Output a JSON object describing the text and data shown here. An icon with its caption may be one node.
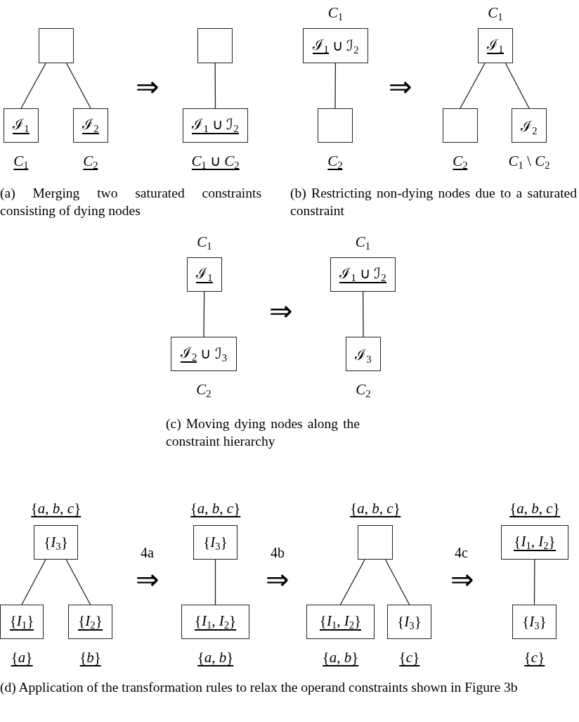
{
  "diagram": {
    "nodes": [
      {
        "text": [],
        "shape": "box"
      },
      {
        "text": [
          "ℐ$_{1}$"
        ],
        "beside": [
          "*C*$_{1}$"
        ]
      },
      {
        "text": [
          "ℐ$_{2}$"
        ],
        "beside": [
          "*C*$_{2}$"
        ]
      },
      {
        "text": [],
        "shape": "box"
      },
      {
        "text": [
          "ℐ$_{1}$ ∪ ℐ$_{2}$"
        ],
        "beside": [
          "*C*$_{1}$ ∪ *C*$_{2}$"
        ]
      },
      {
        "text": [
          "ℐ$_{1}$",
          "∪ ℐ$_{2}$"
        ],
        "beside": [
          "*C*$_{1}$"
        ]
      },
      {
        "text": [],
        "shape": "box",
        "beside": [
          "*C*$_{2}$"
        ]
      },
      {
        "text": [
          "ℐ$_{1}$"
        ],
        "beside": [
          "*C*$_{1}$"
        ]
      },
      {
        "text": [],
        "shape": "box",
        "beside": [
          "*C*$_{2}$"
        ]
      },
      {
        "text": [
          "ℐ$_{2}$"
        ],
        "beside": [
          "*C*$_{1}$ \\ *C*$_{2}$"
        ]
      },
      {
        "text": [
          "ℐ$_{1}$"
        ],
        "beside": [
          "*C*$_{1}$"
        ]
      },
      {
        "text": [
          "ℐ$_{2}$",
          "∪ ℐ$_{3}$"
        ],
        "beside": [
          "*C*$_{2}$"
        ]
      },
      {
        "text": [
          "ℐ$_{1}$ ∪ ℐ$_{2}$"
        ],
        "beside": [
          "*C*$_{1}$"
        ]
      },
      {
        "text": [
          "ℐ$_{3}$"
        ],
        "beside": [
          "*C*$_{2}$"
        ]
      },
      {
        "text": [
          "{*I*$_{3}$}"
        ],
        "beside": [
          "{*a*, *b*, *c*}"
        ]
      },
      {
        "text": [
          "{*I*$_{1}$}"
        ],
        "beside": [
          "{*a*}"
        ]
      },
      {
        "text": [
          "{*I*$_{2}$}"
        ],
        "beside": [
          "{*b*}"
        ]
      },
      {
        "text": [
          "{*I*$_{3}$}"
        ],
        "beside": [
          "{*a*, *b*, *c*}"
        ]
      },
      {
        "text": [
          "{*I*$_{1}$, *I*$_{2}$}"
        ],
        "beside": [
          "{*a*, *b*}"
        ]
      },
      {
        "text": [],
        "shape": "box",
        "beside": [
          "{*a*, *b*, *c*}"
        ]
      },
      {
        "text": [
          "{*I*$_{1}$, *I*$_{2}$}"
        ],
        "beside": [
          "{*a*, *b*}"
        ]
      },
      {
        "text": [
          "{*I*$_{3}$}"
        ],
        "beside": [
          "{*c*}"
        ]
      },
      {
        "text": [
          "{*I*$_{1}$, *I*$_{2}$}"
        ],
        "beside": [
          "{*a*, *b*, *c*}"
        ]
      },
      {
        "text": [
          "{*I*$_{3}$}"
        ],
        "beside": [
          "{*c*}"
        ]
      }
    ],
    "edges": [
      {
        "from": 0,
        "to": 1,
        "arrow": "none"
      },
      {
        "from": 0,
        "to": 2,
        "arrow": "none"
      },
      {
        "from": 3,
        "to": 4,
        "arrow": "none"
      },
      {
        "from": 5,
        "to": 6,
        "arrow": "none"
      },
      {
        "from": 7,
        "to": 8,
        "arrow": "none"
      },
      {
        "from": 7,
        "to": 9,
        "arrow": "none"
      },
      {
        "from": 10,
        "to": 11,
        "arrow": "none"
      },
      {
        "from": 12,
        "to": 13,
        "arrow": "none"
      },
      {
        "from": 14,
        "to": 15,
        "arrow": "none"
      },
      {
        "from": 14,
        "to": 16,
        "arrow": "none"
      },
      {
        "from": 17,
        "to": 18,
        "arrow": "none"
      },
      {
        "from": 19,
        "to": 20,
        "arrow": "none"
      },
      {
        "from": 19,
        "to": 21,
        "arrow": "none"
      },
      {
        "from": 22,
        "to": 23,
        "arrow": "none"
      }
    ],
    "labels": [
      "⇒",
      "⇒",
      "(a) Merging two saturated constraints consisting of dying nodes",
      "(b) Restricting non-dying nodes due to a saturated constraint",
      "⇒",
      "(c) Moving dying nodes along the constraint hierarchy",
      "4a",
      "⇒",
      "4b",
      "⇒",
      "4c",
      "⇒",
      "(d) Application of the transformation rules to relax the operand constraints shown in Figure 3b"
    ]
  }
}
